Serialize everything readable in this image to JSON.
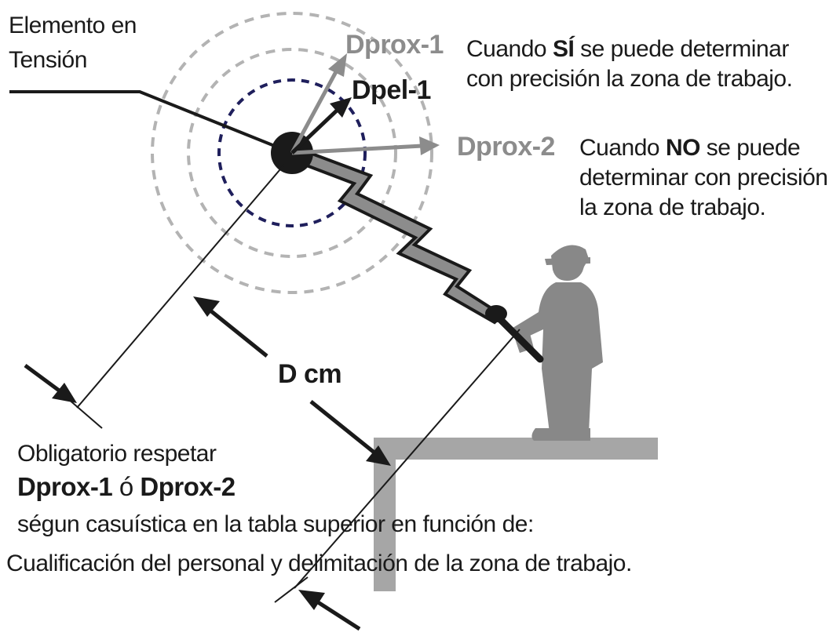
{
  "element": {
    "line1": "Elemento en",
    "line2": "Tensión"
  },
  "labels": {
    "dprox1": "Dprox-1",
    "dpel1": "Dpel-1",
    "dprox2": "Dprox-2",
    "distance": "D cm"
  },
  "note_si": {
    "prefix": "Cuando ",
    "emph": "SÍ",
    "suffix": " se puede determinar",
    "line2": "con precisión la zona de trabajo."
  },
  "note_no": {
    "prefix": "Cuando ",
    "emph": "NO",
    "suffix": " se puede",
    "line2": "determinar con precisión",
    "line3": "la zona de trabajo."
  },
  "bottom": {
    "line1": "Obligatorio respetar",
    "term1": "Dprox-1",
    "connector": " ó ",
    "term2": "Dprox-2",
    "line3": "ségun casuística en la tabla superior en función de:",
    "line4": "Cualificación del personal y delimitación de la zona de trabajo."
  },
  "colors": {
    "ink": "#1a1a1a",
    "gray_arrow": "#8c8c8c",
    "dashed_gray": "#b3b3b3",
    "dashed_navy": "#1f1f5c",
    "silhouette": "#888888",
    "platform": "#a6a6a6"
  },
  "icons": [
    "high-voltage-conductor",
    "lightning-arc",
    "worker-with-hot-stick",
    "platform"
  ]
}
